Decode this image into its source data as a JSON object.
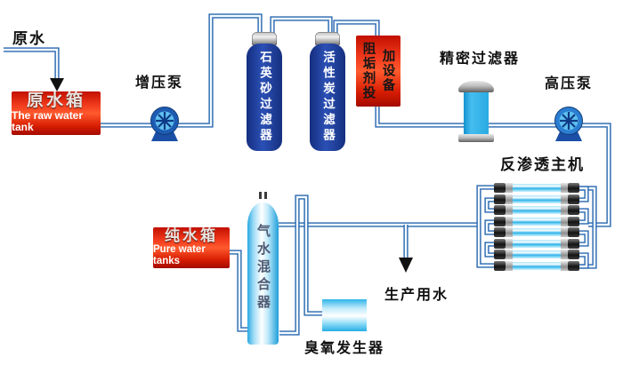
{
  "labels": {
    "raw_water": "原水",
    "raw_tank_cn": "原水箱",
    "raw_tank_en": "The raw water tank",
    "booster_pump": "增压泵",
    "quartz_filter": "石英砂过滤器",
    "carbon_filter": "活性炭过滤器",
    "dosing_col1": "阻垢剂投",
    "dosing_col2": "加设备",
    "precision_filter": "精密过滤器",
    "high_pressure_pump": "高压泵",
    "ro_unit": "反渗透主机",
    "production_water": "生产用水",
    "ozone_generator": "臭氧发生器",
    "mixer": "气水混合器",
    "pure_tank_cn": "纯水箱",
    "pure_tank_en": "Pure water tanks"
  },
  "colors": {
    "pipe": "#2766ae",
    "tank_blue": "#1d3b9b",
    "equipment_red": "#e2250b",
    "cyan": "#29abe2",
    "background": "#ffffff"
  }
}
